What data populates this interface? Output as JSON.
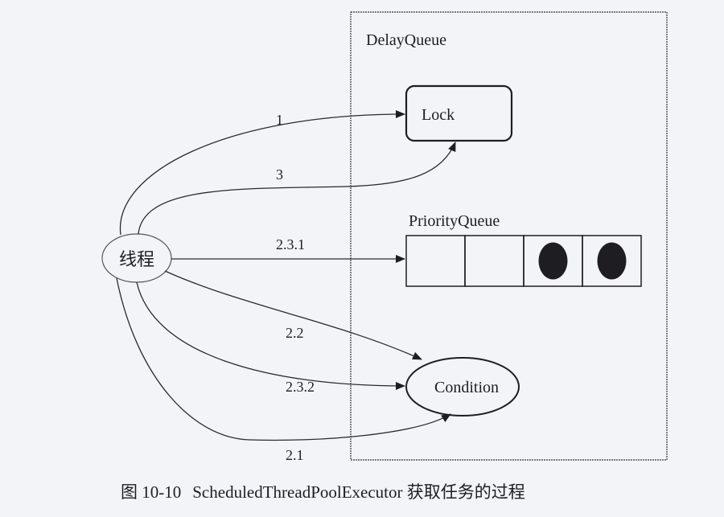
{
  "diagram": {
    "container_label": "DelayQueue",
    "lock_label": "Lock",
    "priority_queue_label": "PriorityQueue",
    "thread_label": "线程",
    "condition_label": "Condition",
    "priority_queue_cells": [
      false,
      false,
      true,
      true
    ],
    "edges": [
      {
        "label": "1",
        "from": "线程",
        "to": "Lock"
      },
      {
        "label": "3",
        "from": "线程",
        "to": "Lock"
      },
      {
        "label": "2.3.1",
        "from": "线程",
        "to": "PriorityQueue"
      },
      {
        "label": "2.2",
        "from": "线程",
        "to": "Condition"
      },
      {
        "label": "2.3.2",
        "from": "线程",
        "to": "Condition"
      },
      {
        "label": "2.1",
        "from": "线程",
        "to": "Condition"
      }
    ]
  },
  "caption": {
    "number": "图 10-10",
    "text": "ScheduledThreadPoolExecutor 获取任务的过程"
  },
  "colors": {
    "ink": "#1e1e22",
    "paper": "#f3f4f7"
  }
}
